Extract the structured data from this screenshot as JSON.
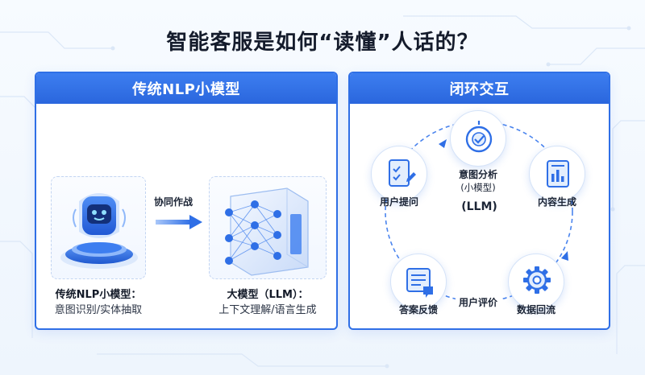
{
  "title": "智能客服是如何“读懂”人话的？",
  "left_panel": {
    "header": "传统NLP小模型",
    "model_small": {
      "title": "传统NLP小模型：",
      "desc": "意图识别/实体抽取",
      "icon": "robot-icon"
    },
    "arrow_label": "协同作战",
    "model_large": {
      "title": "大模型（LLM）：",
      "desc": "上下文理解/语言生成",
      "icon": "neural-network-icon"
    }
  },
  "right_panel": {
    "header": "闭环交互",
    "center": "(LLM)",
    "nodes": [
      {
        "label": "意图分析",
        "sub": "(小模型)",
        "icon": "target-check-icon"
      },
      {
        "label": "内容生成",
        "icon": "document-chart-icon"
      },
      {
        "label": "数据回流",
        "icon": "gear-icon"
      },
      {
        "label": "答案反馈",
        "icon": "chat-document-icon"
      },
      {
        "label": "用户提问",
        "icon": "checklist-icon"
      }
    ],
    "edge_label": "用户评价"
  },
  "colors": {
    "accent": "#2f6fe6",
    "accent_light": "#5b94f5",
    "background": "#f4f8fe"
  }
}
